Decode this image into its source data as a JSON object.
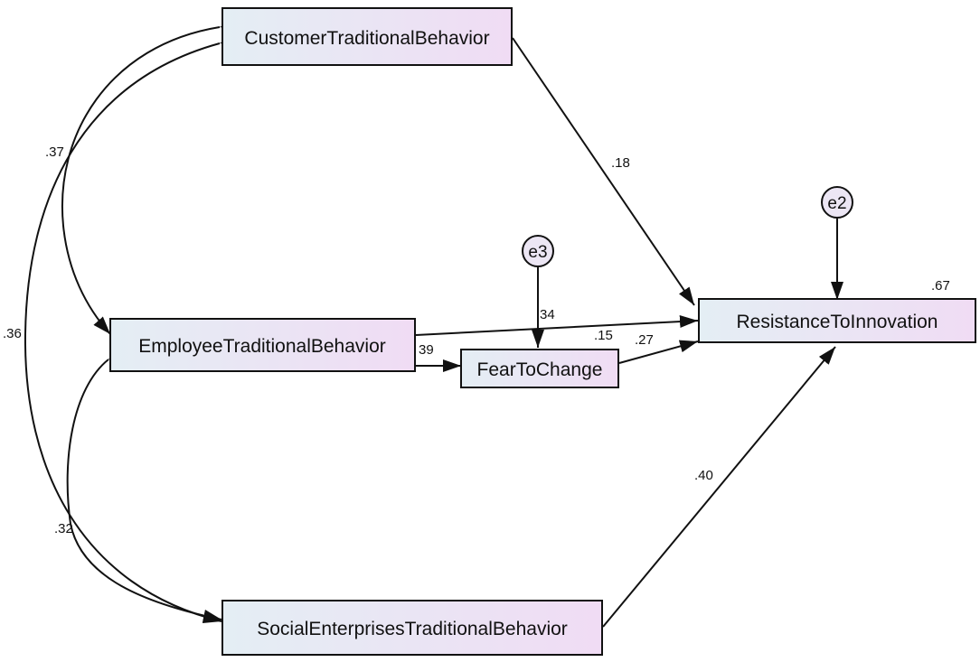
{
  "variables": {
    "customer": "CustomerTraditionalBehavior",
    "employee": "EmployeeTraditionalBehavior",
    "fear": "FearToChange",
    "resistance": "ResistanceToInnovation",
    "social": "SocialEnterprisesTraditionalBehavior"
  },
  "errors": {
    "e2": "e2",
    "e3": "e3"
  },
  "coefficients": {
    "cust_to_resist": ".18",
    "emp_to_resist": ".15",
    "emp_to_fear": "39",
    "fear_r2": "34",
    "fear_to_resist": ".27",
    "resist_r2": ".67",
    "social_to_resist": ".40",
    "cov_cust_emp": ".37",
    "cov_cust_social": ".36",
    "cov_emp_social": ".32"
  },
  "colors": {
    "box_gradient_start": "#e4eef4",
    "box_gradient_end": "#f0dcf4",
    "stroke": "#111111",
    "error_fill": "#ece6f4"
  }
}
